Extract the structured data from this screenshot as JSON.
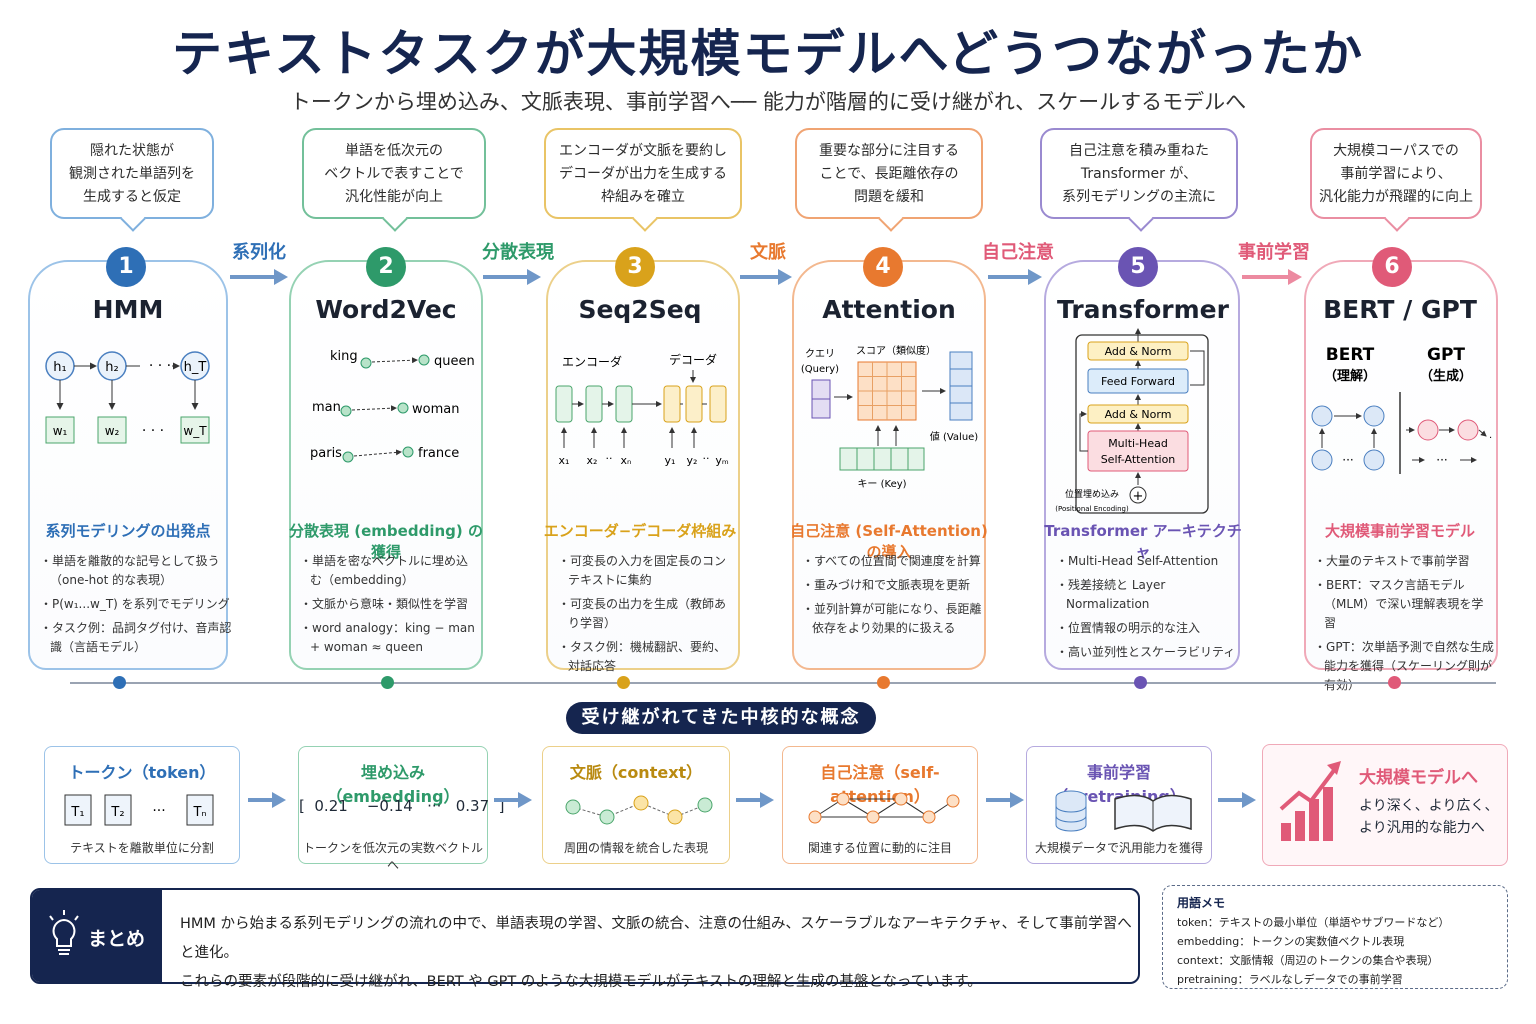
{
  "title": "テキストタスクが大規模モデルへどうつながったか",
  "subtitle": "トークンから埋め込み、文脈表現、事前学習へ── 能力が階層的に受け継がれ、スケールするモデルへ",
  "stages": [
    {
      "num": "1",
      "name": "HMM",
      "bubble": [
        "隠れた状態が",
        "観測された単語列を",
        "生成すると仮定"
      ],
      "section": "系列モデリングの出発点",
      "bullets": [
        "単語を離散的な記号として扱う（one-hot 的な表現）",
        "P(w₁...w_T) を系列でモデリング",
        "タスク例：品詞タグ付け、音声認識（言語モデル）"
      ]
    },
    {
      "num": "2",
      "name": "Word2Vec",
      "bubble": [
        "単語を低次元の",
        "ベクトルで表すことで",
        "汎化性能が向上"
      ],
      "section": "分散表現 (embedding) の獲得",
      "bullets": [
        "単語を密なベクトルに埋め込む（embedding）",
        "文脈から意味・類似性を学習",
        "word analogy：king − man + woman ≈ queen"
      ]
    },
    {
      "num": "3",
      "name": "Seq2Seq",
      "bubble": [
        "エンコーダが文脈を要約し",
        "デコーダが出力を生成する",
        "枠組みを確立"
      ],
      "section": "エンコーダ−デコーダ枠組み",
      "bullets": [
        "可変長の入力を固定長のコンテキストに集約",
        "可変長の出力を生成（教師あり学習）",
        "タスク例：機械翻訳、要約、対話応答"
      ]
    },
    {
      "num": "4",
      "name": "Attention",
      "bubble": [
        "重要な部分に注目する",
        "ことで、長距離依存の",
        "問題を緩和"
      ],
      "section": "自己注意 (Self-Attention) の導入",
      "bullets": [
        "すべての位置間で関連度を計算",
        "重みづけ和で文脈表現を更新",
        "並列計算が可能になり、長距離依存をより効果的に扱える"
      ]
    },
    {
      "num": "5",
      "name": "Transformer",
      "bubble": [
        "自己注意を積み重ねた",
        "Transformer が、",
        "系列モデリングの主流に"
      ],
      "section": "Transformer アーキテクチャ",
      "bullets": [
        "Multi-Head Self-Attention",
        "残差接続と Layer Normalization",
        "位置情報の明示的な注入",
        "高い並列性とスケーラビリティ"
      ]
    },
    {
      "num": "6",
      "name": "BERT / GPT",
      "bubble": [
        "大規模コーパスでの",
        "事前学習により、",
        "汎化能力が飛躍的に向上"
      ],
      "section": "大規模事前学習モデル",
      "bullets": [
        "大量のテキストで事前学習",
        "BERT：マスク言語モデル（MLM）で深い理解表現を学習",
        "GPT：次単語予測で自然な生成能力を獲得（スケーリング則が有効）"
      ]
    }
  ],
  "flows": [
    "系列化",
    "分散表現",
    "文脈",
    "自己注意",
    "事前学習"
  ],
  "diagrams": {
    "hmm": {
      "h1": "h₁",
      "h2": "h₂",
      "hT": "h_T",
      "w1": "w₁",
      "w2": "w₂",
      "wT": "w_T",
      "dots": "· · ·"
    },
    "w2v": {
      "pairs": [
        [
          "king",
          "queen"
        ],
        [
          "man",
          "woman"
        ],
        [
          "paris",
          "france"
        ]
      ]
    },
    "s2s": {
      "enc": "エンコーダ",
      "dec": "デコーダ",
      "x1": "x₁",
      "x2": "x₂",
      "xn": "xₙ",
      "y1": "y₁",
      "y2": "y₂",
      "ym": "yₘ",
      "dots": "··"
    },
    "att": {
      "query": "クエリ",
      "query_en": "(Query)",
      "score": "スコア（類似度）",
      "key": "キー (Key)",
      "value": "値 (Value)"
    },
    "tf": {
      "addnorm": "Add & Norm",
      "ff": "Feed Forward",
      "mha1": "Multi-Head",
      "mha2": "Self-Attention",
      "pos": "位置埋め込み",
      "pos_en": "(Positional Encoding)"
    },
    "bg": {
      "bert": "BERT",
      "bert_sub": "（理解）",
      "gpt": "GPT",
      "gpt_sub": "（生成）"
    }
  },
  "concepts_title": "受け継がれてきた中核的な概念",
  "concepts": [
    {
      "title": "トークン（token）",
      "desc": "テキストを離散単位に分割",
      "t1": "T₁",
      "t2": "T₂",
      "tn": "Tₙ"
    },
    {
      "title": "埋め込み（embedding）",
      "desc": "トークンを低次元の実数ベクトルへ",
      "vec": "[  0.21    −0.14   ···   0.37  ]"
    },
    {
      "title": "文脈（context）",
      "desc": "周囲の情報を統合した表現"
    },
    {
      "title": "自己注意（self-attention）",
      "desc": "関連する位置に動的に注目"
    },
    {
      "title": "事前学習（pretraining）",
      "desc": "大規模データで汎用能力を獲得"
    },
    {
      "title": "大規模モデルへ",
      "lines": [
        "より深く、より広く、",
        "より汎用的な能力へ"
      ]
    }
  ],
  "summary": {
    "label": "まとめ",
    "lines": [
      "HMM から始まる系列モデリングの流れの中で、単語表現の学習、文脈の統合、注意の仕組み、スケーラブルなアーキテクチャ、そして事前学習へと進化。",
      "これらの要素が段階的に受け継がれ、BERT や GPT のような大規模モデルがテキストの理解と生成の基盤となっています。"
    ]
  },
  "memo": {
    "title": "用語メモ",
    "items": [
      "token：テキストの最小単位（単語やサブワードなど）",
      "embedding：トークンの実数値ベクトル表現",
      "context：文脈情報（周辺のトークンの集合や表現）",
      "pretraining：ラベルなしデータでの事前学習"
    ]
  },
  "colors": {
    "c1": "#2e6fb6",
    "c2": "#2e9a6a",
    "c3": "#d9a21b",
    "c4": "#e8792f",
    "c5": "#6a54b3",
    "c6": "#e05a78",
    "navy": "#15254f"
  }
}
